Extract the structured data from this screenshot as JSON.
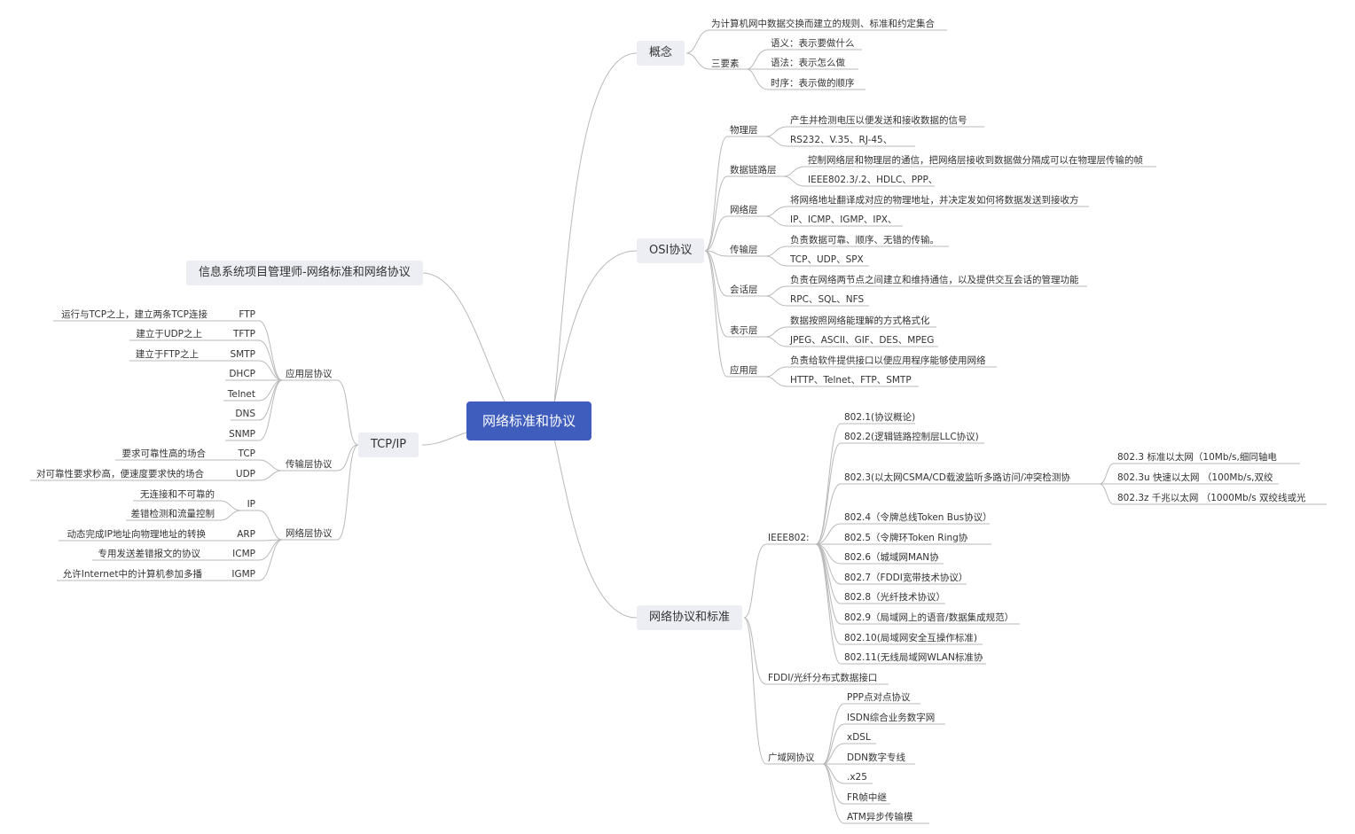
{
  "root": "网络标准和协议",
  "title_node": "信息系统项目管理师-网络标准和网络协议",
  "branches": {
    "concept": {
      "label": "概念",
      "definition": "为计算机网中数据交换而建立的规则、标准和约定集合",
      "three_elements": {
        "label": "三要素",
        "items": [
          "语义：表示要做什么",
          "语法：表示怎么做",
          "时序：表示做的顺序"
        ]
      }
    },
    "osi": {
      "label": "OSI协议",
      "layers": [
        {
          "name": "物理层",
          "items": [
            "产生并检测电压以便发送和接收数据的信号",
            "RS232、V.35、RJ-45、"
          ]
        },
        {
          "name": "数据链路层",
          "items": [
            "控制网络层和物理层的通信，把网络层接收到数据做分隔成可以在物理层传输的帧",
            "IEEE802.3/.2、HDLC、PPP、"
          ]
        },
        {
          "name": "网络层",
          "items": [
            "将网络地址翻译成对应的物理地址，并决定发如何将数据发送到接收方",
            "IP、ICMP、IGMP、IPX、"
          ]
        },
        {
          "name": "传输层",
          "items": [
            "负责数据可靠、顺序、无错的传输。",
            "TCP、UDP、SPX"
          ]
        },
        {
          "name": "会话层",
          "items": [
            "负责在网络两节点之间建立和维持通信，以及提供交互会话的管理功能",
            "RPC、SQL、NFS"
          ]
        },
        {
          "name": "表示层",
          "items": [
            "数据按照网络能理解的方式格式化",
            "JPEG、ASCII、GIF、DES、MPEG"
          ]
        },
        {
          "name": "应用层",
          "items": [
            "负责给软件提供接口以便应用程序能够使用网络",
            "HTTP、Telnet、FTP、SMTP"
          ]
        }
      ]
    },
    "standards": {
      "label": "网络协议和标准",
      "ieee": {
        "label": "IEEE802:",
        "items": [
          "802.1(协议概论)",
          "802.2(逻辑链路控制层LLC协议)",
          "802.3(以太网CSMA/CD载波监听多路访问/冲突检测协",
          "802.4（令牌总线Token Bus协议）",
          "802.5（令牌环Token Ring协",
          "802.6（城域网MAN协",
          "802.7（FDDI宽带技术协议）",
          "802.8（光纤技术协议）",
          "802.9（局域网上的语音/数据集成规范）",
          "802.10(局域网安全互操作标准)",
          "802.11(无线局域网WLAN标准协"
        ],
        "ethernet": [
          "802.3 标准以太网（10Mb/s,细同轴电",
          "802.3u 快速以太网 （100Mb/s,双绞",
          "802.3z 千兆以太网 （1000Mb/s 双绞线或光"
        ]
      },
      "fddi": "FDDI/光纤分布式数据接口",
      "wan": {
        "label": "广域网协议",
        "items": [
          "PPP点对点协议",
          "ISDN综合业务数字网",
          "xDSL",
          "DDN数字专线",
          ".x25",
          "FR帧中继",
          "ATM异步传输模"
        ]
      }
    },
    "tcpip": {
      "label": "TCP/IP",
      "app": {
        "label": "应用层协议",
        "items": [
          {
            "name": "FTP",
            "note": "运行与TCP之上，建立两条TCP连接"
          },
          {
            "name": "TFTP",
            "note": "建立于UDP之上"
          },
          {
            "name": "SMTP",
            "note": "建立于FTP之上"
          },
          {
            "name": "DHCP",
            "note": ""
          },
          {
            "name": "Telnet",
            "note": ""
          },
          {
            "name": "DNS",
            "note": ""
          },
          {
            "name": "SNMP",
            "note": ""
          }
        ]
      },
      "transport": {
        "label": "传输层协议",
        "items": [
          {
            "name": "TCP",
            "note": "要求可靠性高的场合"
          },
          {
            "name": "UDP",
            "note": "对可靠性要求秒高，便速度要求快的场合"
          }
        ]
      },
      "network": {
        "label": "网络层协议",
        "ip": {
          "name": "IP",
          "notes": [
            "无连接和不可靠的",
            "差错检测和流量控制"
          ]
        },
        "items": [
          {
            "name": "ARP",
            "note": "动态完成IP地址向物理地址的转换"
          },
          {
            "name": "ICMP",
            "note": "专用发送差错报文的协议"
          },
          {
            "name": "IGMP",
            "note": "允许Internet中的计算机参加多播"
          }
        ]
      }
    }
  }
}
